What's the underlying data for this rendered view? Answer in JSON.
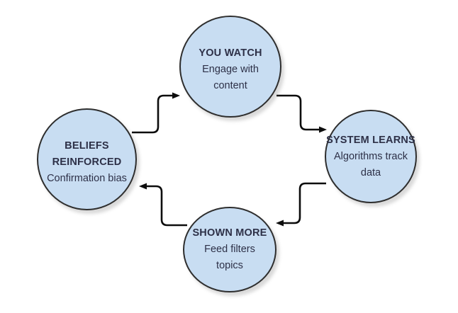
{
  "diagram": {
    "type": "cycle",
    "nodes": [
      {
        "id": "you-watch",
        "position": "top",
        "title": "YOU WATCH",
        "subtitle": "Engage with content"
      },
      {
        "id": "system-learns",
        "position": "right",
        "title": "SYSTEM LEARNS",
        "subtitle": "Algorithms track data"
      },
      {
        "id": "shown-more",
        "position": "bottom",
        "title": "SHOWN MORE",
        "subtitle": "Feed filters topics"
      },
      {
        "id": "beliefs-reinforced",
        "position": "left",
        "title": "BELIEFS REINFORCED",
        "subtitle": "Confirmation bias"
      }
    ],
    "edges": [
      {
        "from": "you-watch",
        "to": "system-learns"
      },
      {
        "from": "system-learns",
        "to": "shown-more"
      },
      {
        "from": "shown-more",
        "to": "beliefs-reinforced"
      },
      {
        "from": "beliefs-reinforced",
        "to": "you-watch"
      }
    ],
    "colors": {
      "node_fill": "#c8ddf2",
      "node_border": "#2e2e2e",
      "text": "#2d3047",
      "arrow": "#0d0d0d",
      "background": "#ffffff"
    }
  }
}
